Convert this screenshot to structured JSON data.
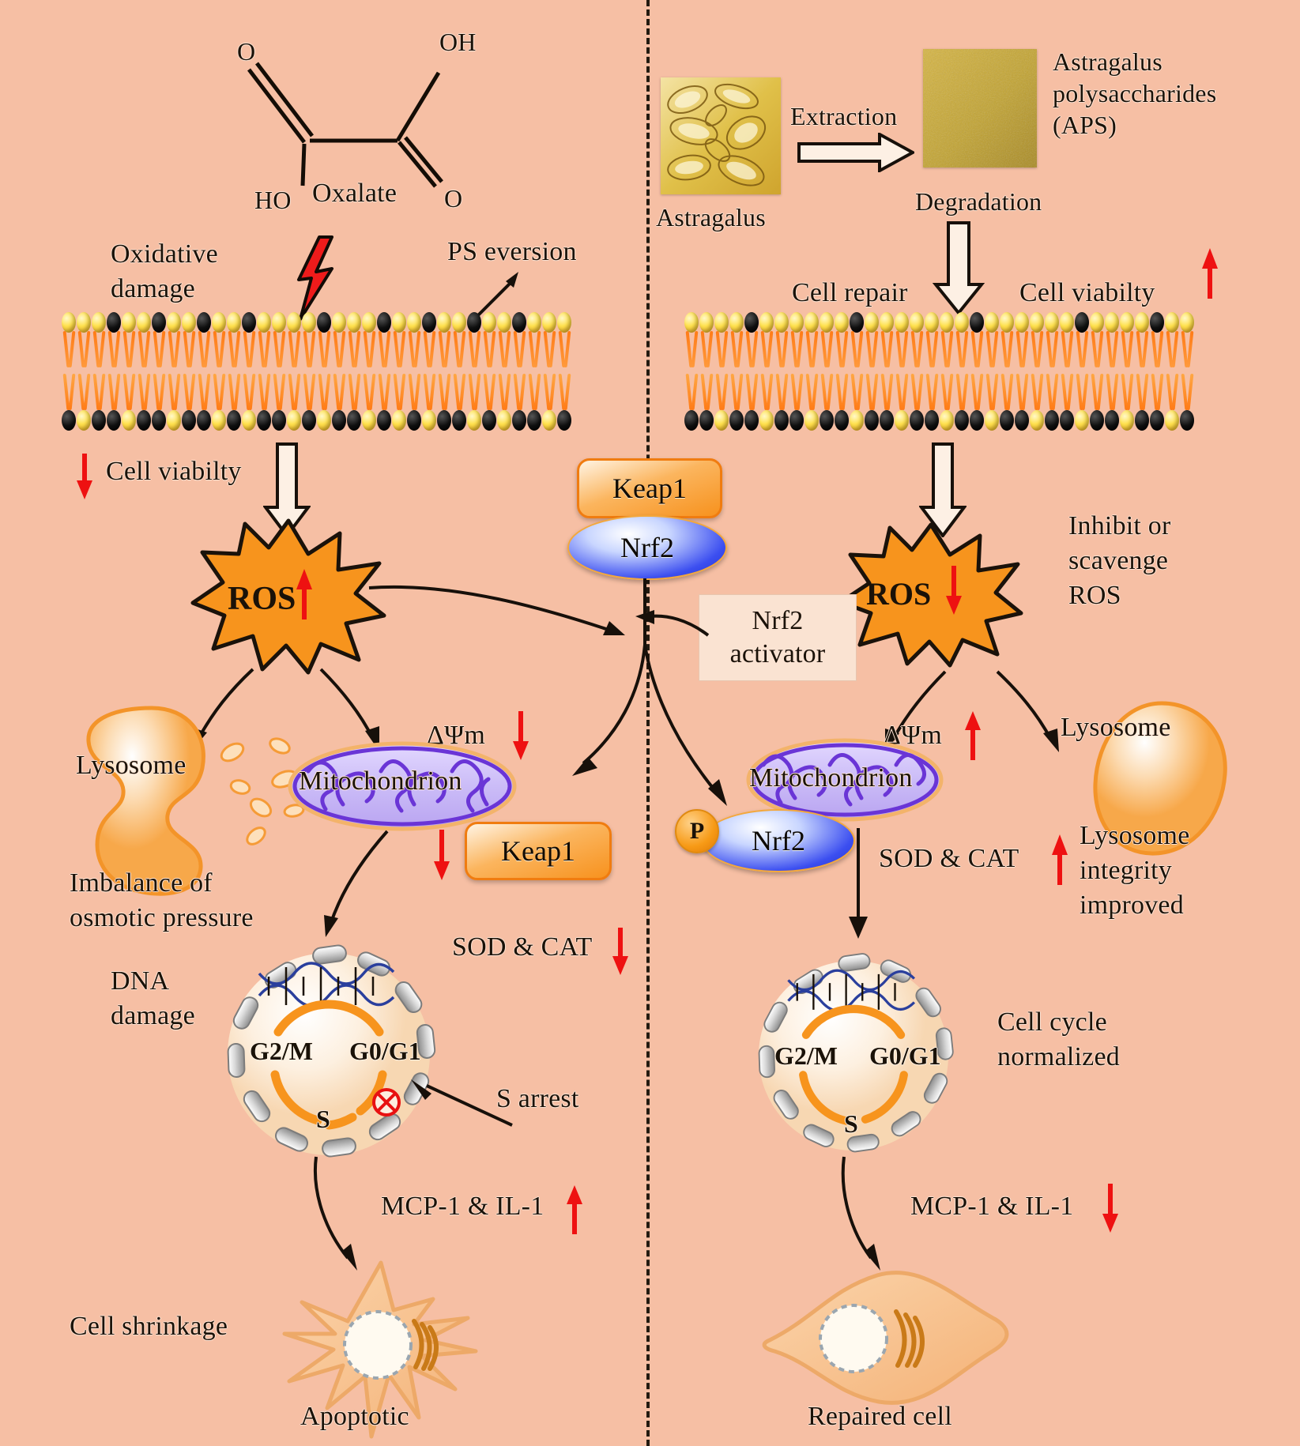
{
  "figure": {
    "background_color": "#f6bfa4",
    "divider": "vertical-dashed-line"
  },
  "left_panel": {
    "molecule": {
      "name": "Oxalate",
      "atom_labels": [
        "O",
        "OH",
        "HO",
        "O"
      ]
    },
    "oxidative_damage_label": "Oxidative\ndamage",
    "ps_eversion_label": "PS eversion",
    "cell_viability_label": "Cell viabilty",
    "cell_viability_trend": "down",
    "ros_label": "ROS",
    "ros_trend": "up",
    "lysosome_label": "Lysosome",
    "osmotic_label": "Imbalance of\nosmotic pressure",
    "mmp_label": "ΔΨm",
    "mmp_trend": "down",
    "mitochondrion_label": "Mitochondrion",
    "keap1_label": "Keap1",
    "keap1_trend": "down",
    "sod_cat_label": "SOD & CAT",
    "sod_cat_trend": "down",
    "dna_damage_label": "DNA\ndamage",
    "cell_cycle": {
      "phases": [
        "G2/M",
        "G0/G1",
        "S"
      ],
      "arrest_label": "S arrest"
    },
    "mcp_il_label": "MCP-1 & IL-1",
    "mcp_il_trend": "up",
    "cell_shrinkage_label": "Cell shrinkage",
    "outcome_label": "Apoptotic"
  },
  "right_panel": {
    "astragalus_label": "Astragalus",
    "extraction_label": "Extraction",
    "aps_label": "Astragalus\npolysaccharides\n(APS)",
    "degradation_label": "Degradation",
    "cell_repair_label": "Cell repair",
    "cell_viability_label": "Cell viabilty",
    "cell_viability_trend": "up",
    "ros_label": "ROS",
    "ros_trend": "down",
    "inhibit_scavenge_label": "Inhibit or\nscavenge\nROS",
    "mmp_label": "ΔΨm",
    "mmp_trend": "up",
    "mitochondrion_label": "Mitochondrion",
    "nrf2_label": "Nrf2",
    "phospho_label": "P",
    "lysosome_label": "Lysosome",
    "lysosome_integrity_label": "Lysosome\nintegrity\nimproved",
    "sod_cat_label": "SOD & CAT",
    "sod_cat_trend": "up",
    "cell_cycle": {
      "phases": [
        "G2/M",
        "G0/G1",
        "S"
      ],
      "status_label": "Cell cycle\nnormalized"
    },
    "mcp_il_label": "MCP-1 & IL-1",
    "mcp_il_trend": "down",
    "outcome_label": "Repaired cell"
  },
  "center": {
    "keap1_label": "Keap1",
    "nrf2_label": "Nrf2",
    "nrf2_activator_label": "Nrf2\nactivator"
  },
  "colors": {
    "background": "#f6bfa4",
    "ros_star": "#f7941d",
    "keap1": "#f7921e",
    "nrf2": "#2b3ae0",
    "trend_arrow": "#ee1111",
    "lipid_head_yellow": "#ffd426",
    "lipid_head_black": "#000000",
    "lipid_tail": "#ff7b17",
    "mitochondrion": "#7b4ddb",
    "dna": "#2a3f9d",
    "cell_body": "#f7c191"
  }
}
